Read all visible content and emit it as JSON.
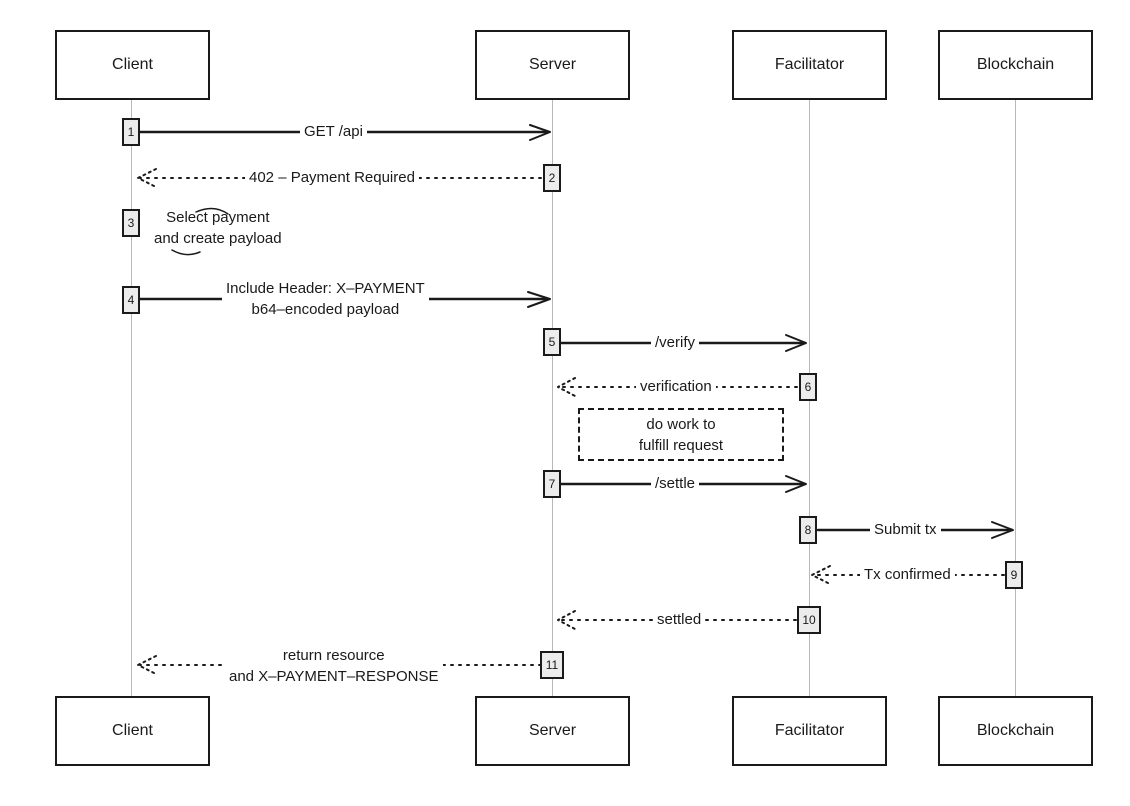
{
  "participants": [
    "Client",
    "Server",
    "Facilitator",
    "Blockchain"
  ],
  "steps": [
    {
      "num": "1",
      "label": "GET /api"
    },
    {
      "num": "2",
      "label": "402 – Payment Required"
    },
    {
      "num": "3",
      "label_line1": "Select payment",
      "label_line2": "and create payload"
    },
    {
      "num": "4",
      "label_line1": "Include Header: X–PAYMENT",
      "label_line2": "b64–encoded payload"
    },
    {
      "num": "5",
      "label": "/verify"
    },
    {
      "num": "6",
      "label": "verification"
    },
    {
      "num": "7",
      "label": "/settle"
    },
    {
      "num": "8",
      "label": "Submit tx"
    },
    {
      "num": "9",
      "label": "Tx confirmed"
    },
    {
      "num": "10",
      "label": "settled"
    },
    {
      "num": "11",
      "label_line1": "return resource",
      "label_line2": "and X–PAYMENT–RESPONSE"
    }
  ],
  "work_note": {
    "line1": "do work to",
    "line2": "fulfill request"
  }
}
